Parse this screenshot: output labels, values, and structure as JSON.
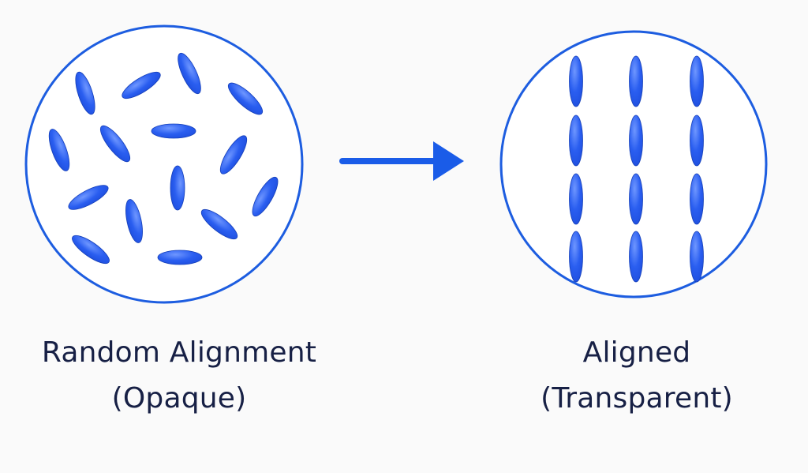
{
  "colors": {
    "outline": "#1d5de0",
    "particle": "#1f4fdf",
    "particle_highlight": "#6f97ff",
    "arrow": "#1a5ce8",
    "text": "#172045",
    "background": "#fafafa"
  },
  "left_panel": {
    "state": "random",
    "caption_line1": "Random Alignment",
    "caption_line2": "(Opaque)"
  },
  "right_panel": {
    "state": "aligned",
    "grid": {
      "columns": 3,
      "rows": 4
    },
    "caption_line1": "Aligned",
    "caption_line2": "(Transparent)"
  },
  "arrow_icon": "right-arrow-icon"
}
